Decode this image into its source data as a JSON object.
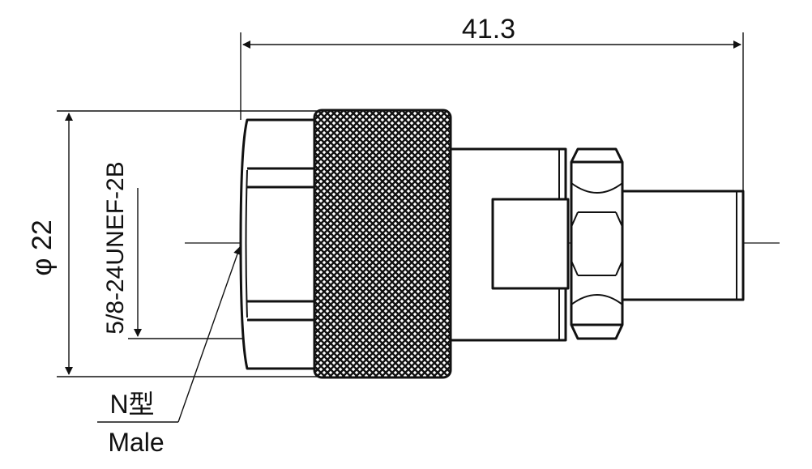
{
  "dimensions": {
    "overall_length": "41.3",
    "diameter": "φ 22",
    "thread_spec": "5/8-24UNEF-2B"
  },
  "callout": {
    "type_label": "N型",
    "gender_label": "Male"
  },
  "colors": {
    "ink": "#111111",
    "background": "#ffffff"
  }
}
